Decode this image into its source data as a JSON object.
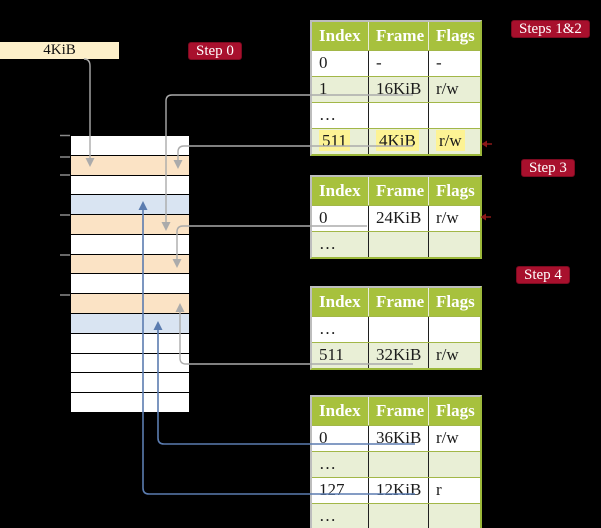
{
  "colors": {
    "background": "#000000",
    "table_header": "#a7c13d",
    "table_border_green": "#9cb83a",
    "table_row": "#ffffff",
    "table_row_alt": "#e9efd6",
    "frame_free": "#ffffff",
    "frame_pagetable": "#fbe3c5",
    "frame_data": "#d9e4f2",
    "highlight": "#fdf394",
    "step_label_bg": "#a8102d",
    "step_label_border": "#7c0a20",
    "frame_box_bg": "#fdf0ca",
    "connector_gray": "#ababab",
    "connector_blue": "#5b7cb0",
    "tick_gray": "#8a8a8a",
    "marker_red": "#8b1818"
  },
  "frame_box": {
    "label": "4KiB"
  },
  "step_labels": {
    "step0": "Step 0",
    "steps12": "Steps 1&2",
    "step3": "Step 3",
    "step4": "Step 4"
  },
  "memory_column": {
    "rows": [
      "white",
      "orange",
      "white",
      "blue",
      "orange",
      "white",
      "orange",
      "white",
      "orange",
      "blue",
      "white",
      "white",
      "white",
      "white"
    ],
    "row_size": "4KiB",
    "tick_count": 6
  },
  "tables": [
    {
      "name": "page-table-steps-1-2",
      "headers": [
        "Index",
        "Frame",
        "Flags"
      ],
      "rows": [
        [
          "0",
          "-",
          "-"
        ],
        [
          "1",
          "16KiB",
          "r/w"
        ],
        [
          "…",
          "",
          ""
        ],
        [
          "511",
          "4KiB",
          "r/w"
        ]
      ],
      "highlighted_row": "511"
    },
    {
      "name": "page-table-step-3",
      "headers": [
        "Index",
        "Frame",
        "Flags"
      ],
      "rows": [
        [
          "0",
          "24KiB",
          "r/w"
        ],
        [
          "…",
          "",
          ""
        ]
      ]
    },
    {
      "name": "page-table-step-4",
      "headers": [
        "Index",
        "Frame",
        "Flags"
      ],
      "rows": [
        [
          "…",
          "",
          ""
        ],
        [
          "511",
          "32KiB",
          "r/w"
        ]
      ]
    },
    {
      "name": "page-table-final",
      "headers": [
        "Index",
        "Frame",
        "Flags"
      ],
      "rows": [
        [
          "0",
          "36KiB",
          "r/w"
        ],
        [
          "…",
          "",
          ""
        ],
        [
          "127",
          "12KiB",
          "r"
        ],
        [
          "…",
          "",
          ""
        ]
      ]
    }
  ]
}
